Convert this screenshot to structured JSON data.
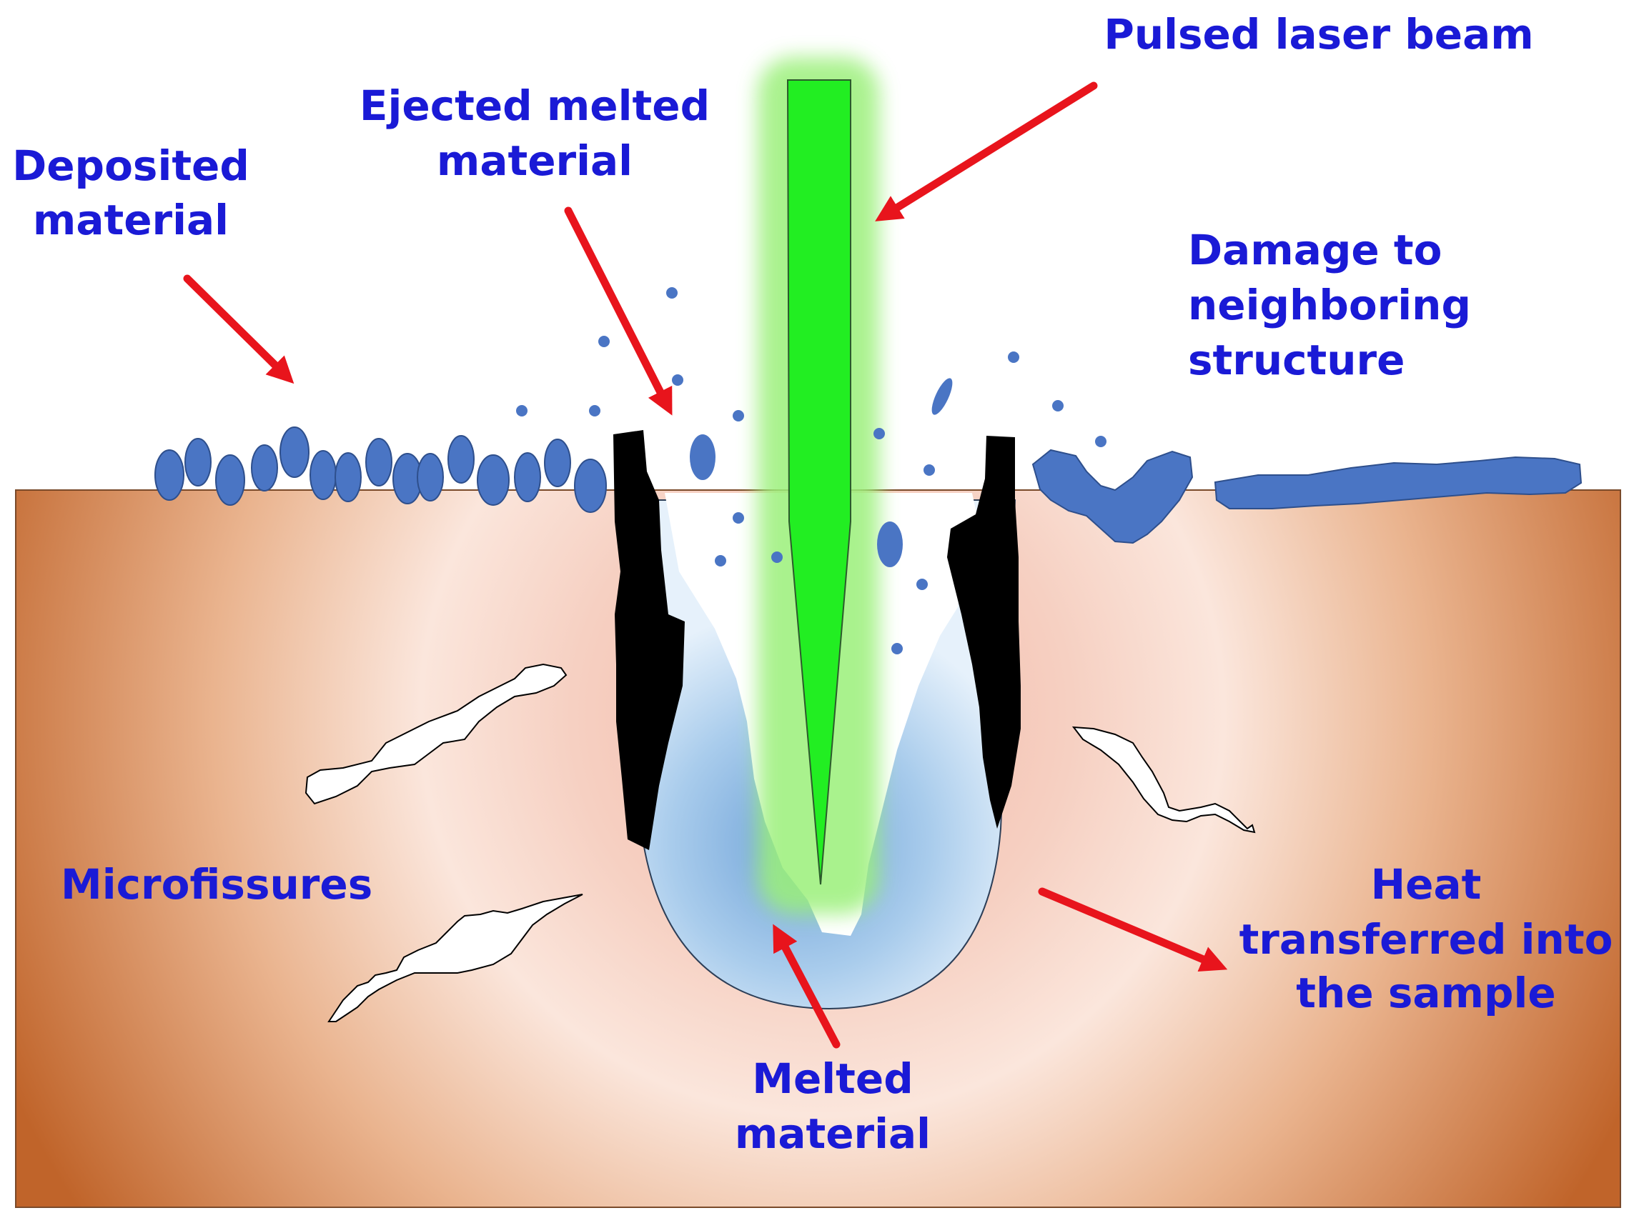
{
  "labels": {
    "pulsed_laser_beam": "Pulsed laser beam",
    "ejected_line1": "Ejected melted",
    "ejected_line2": "material",
    "deposited_line1": "Deposited",
    "deposited_line2": "material",
    "damage_line1": "Damage to",
    "damage_line2": "neighboring",
    "damage_line3": "structure",
    "microfissures": "Microfissures",
    "heat_line1": "Heat",
    "heat_line2": "transferred into",
    "heat_line3": "the sample",
    "melted_line1": "Melted",
    "melted_line2": "material"
  },
  "colors": {
    "label_text": "#1a1ad6",
    "arrow": "#e8141c",
    "laser": "#22ee22",
    "laser_glow": "#9bf07a",
    "deposited": "#4a75c4",
    "melt_pool": "#8ab6e2",
    "sample_edge": "#c0642a",
    "sample_center": "#fbe6da",
    "recast": "#000000"
  }
}
